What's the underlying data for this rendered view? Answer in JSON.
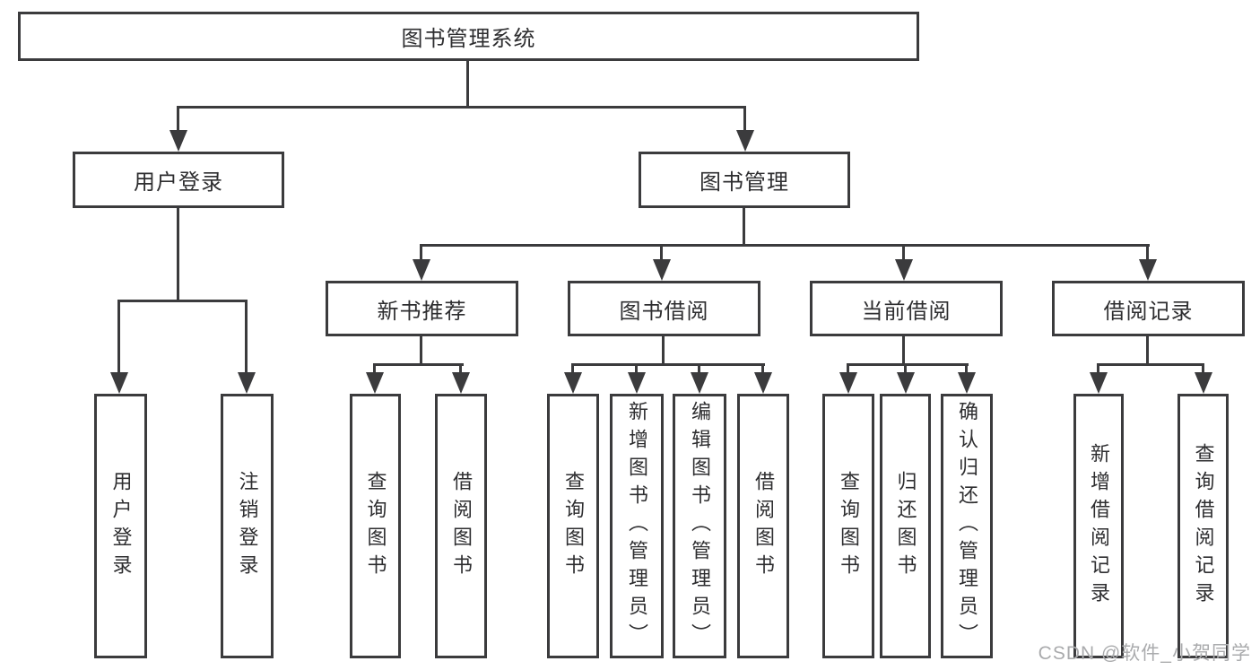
{
  "tree": {
    "root": {
      "label": "图书管理系统"
    },
    "branches": [
      {
        "label": "用户登录",
        "children": [
          {
            "label": "用户登录"
          },
          {
            "label": "注销登录"
          }
        ]
      },
      {
        "label": "图书管理",
        "children": [
          {
            "label": "新书推荐",
            "children": [
              {
                "label": "查询图书"
              },
              {
                "label": "借阅图书"
              }
            ]
          },
          {
            "label": "图书借阅",
            "children": [
              {
                "label": "查询图书"
              },
              {
                "label": "新增图书（管理员）"
              },
              {
                "label": "编辑图书（管理员）"
              },
              {
                "label": "借阅图书"
              }
            ]
          },
          {
            "label": "当前借阅",
            "children": [
              {
                "label": "查询图书"
              },
              {
                "label": "归还图书"
              },
              {
                "label": "确认归还（管理员）"
              }
            ]
          },
          {
            "label": "借阅记录",
            "children": [
              {
                "label": "新增借阅记录"
              },
              {
                "label": "查询借阅记录"
              }
            ]
          }
        ]
      }
    ]
  },
  "watermark": {
    "text": "CSDN @软件_小贺同学"
  },
  "colors": {
    "line": "#3b3b3d",
    "text": "#2e2e30",
    "watermark": "#aaabad",
    "background": "#ffffff"
  }
}
